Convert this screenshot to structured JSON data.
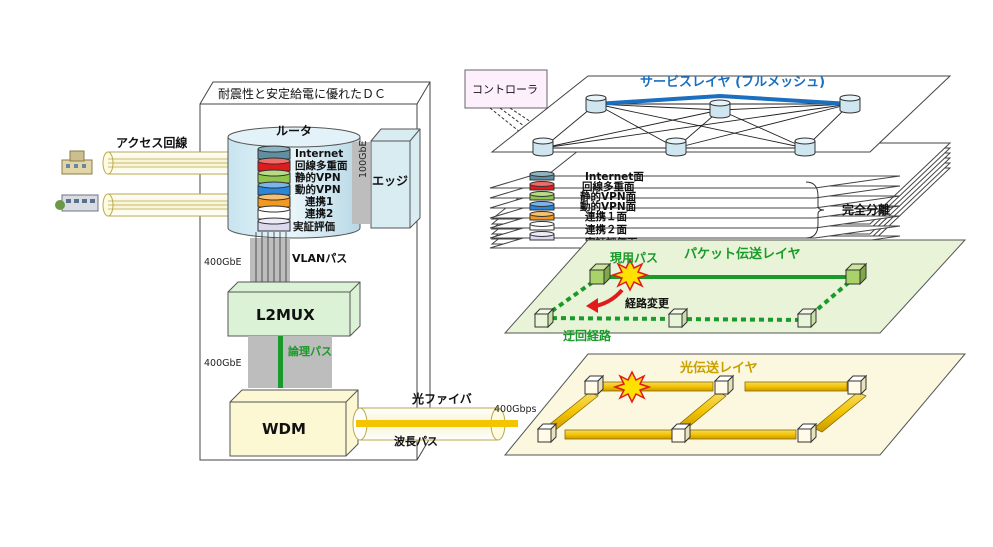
{
  "dc": {
    "title": "耐震性と安定給電に優れたＤＣ",
    "router": "ルータ",
    "edge": "エッジ",
    "edge_bw": "100GbE",
    "access": "アクセス回線",
    "bw_router": "400GbE",
    "vlan": "VLANパス",
    "l2mux": "L2MUX",
    "bw_l2": "400GbE",
    "logical_path": "論理パス",
    "wdm": "WDM",
    "fiber": "光ファイバ",
    "fiber_bw": "400Gbps",
    "wavelength": "波長パス",
    "router_layers": [
      {
        "label": "Internet",
        "color": "#5f8fa0"
      },
      {
        "label": "回線多重面",
        "color": "#e11b1b"
      },
      {
        "label": "静的VPN",
        "color": "#8fc54a"
      },
      {
        "label": "動的VPN",
        "color": "#2a86d6"
      },
      {
        "label": "連携1",
        "color": "#f39a1e"
      },
      {
        "label": "連携2",
        "color": "#ffffff"
      },
      {
        "label": "実証評価",
        "color": "#dcd8ee"
      }
    ]
  },
  "right": {
    "controller": "コントローラ",
    "service_layer": "サービスレイヤ (フルメッシュ)",
    "planes": [
      {
        "label": "Internet面",
        "color": "#5f8fa0"
      },
      {
        "label": "回線多重面",
        "color": "#e11b1b"
      },
      {
        "label": "静的VPN面",
        "color": "#8fc54a"
      },
      {
        "label": "動的VPN面",
        "color": "#2a86d6"
      },
      {
        "label": "連携１面",
        "color": "#f39a1e"
      },
      {
        "label": "連携２面",
        "color": "#ffffff"
      },
      {
        "label": "実証評価面",
        "color": "#dcd8ee"
      }
    ],
    "isolation": "完全分離",
    "packet_layer": "パケット伝送レイヤ",
    "active_path": "現用パス",
    "reroute": "経路変更",
    "detour": "迂回経路",
    "optical_layer": "光伝送レイヤ",
    "accent_blue": "#1a6fc0",
    "accent_green": "#1a9a2a",
    "accent_gold": "#c9a000"
  }
}
